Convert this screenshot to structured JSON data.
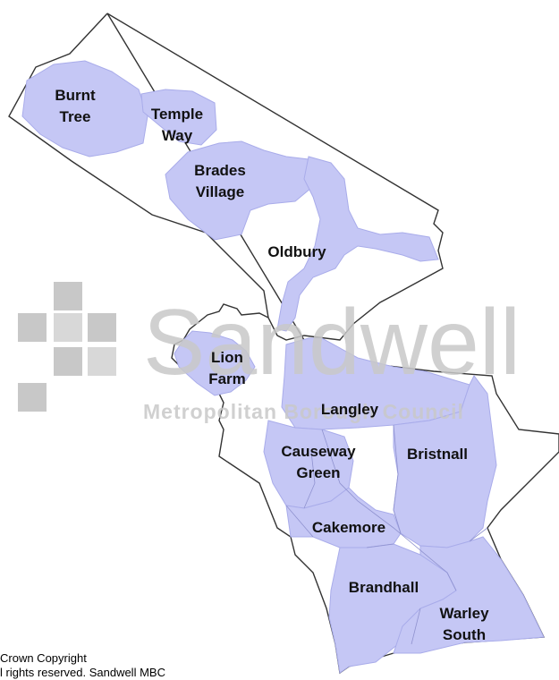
{
  "watermark": {
    "title": "Sandwell",
    "subtitle": "Metropolitan Borough Council"
  },
  "areas": [
    {
      "id": "burnt-tree",
      "lines": [
        "Burnt",
        "Tree"
      ]
    },
    {
      "id": "temple-way",
      "lines": [
        "Temple",
        "Way"
      ]
    },
    {
      "id": "brades-village",
      "lines": [
        "Brades",
        "Village"
      ]
    },
    {
      "id": "oldbury",
      "lines": [
        "Oldbury"
      ]
    },
    {
      "id": "lion-farm",
      "lines": [
        "Lion",
        "Farm"
      ]
    },
    {
      "id": "langley",
      "lines": [
        "Langley"
      ]
    },
    {
      "id": "causeway-green",
      "lines": [
        "Causeway",
        "Green"
      ]
    },
    {
      "id": "bristnall",
      "lines": [
        "Bristnall"
      ]
    },
    {
      "id": "cakemore",
      "lines": [
        "Cakemore"
      ]
    },
    {
      "id": "brandhall",
      "lines": [
        "Brandhall"
      ]
    },
    {
      "id": "warley-south",
      "lines": [
        "Warley",
        "South"
      ]
    }
  ],
  "colors": {
    "area_fill": "#c5c7f5",
    "boundary": "#333333",
    "watermark": "#c8c8c8"
  },
  "copyright": {
    "line1": "Crown Copyright",
    "line2": "l rights reserved. Sandwell MBC"
  }
}
